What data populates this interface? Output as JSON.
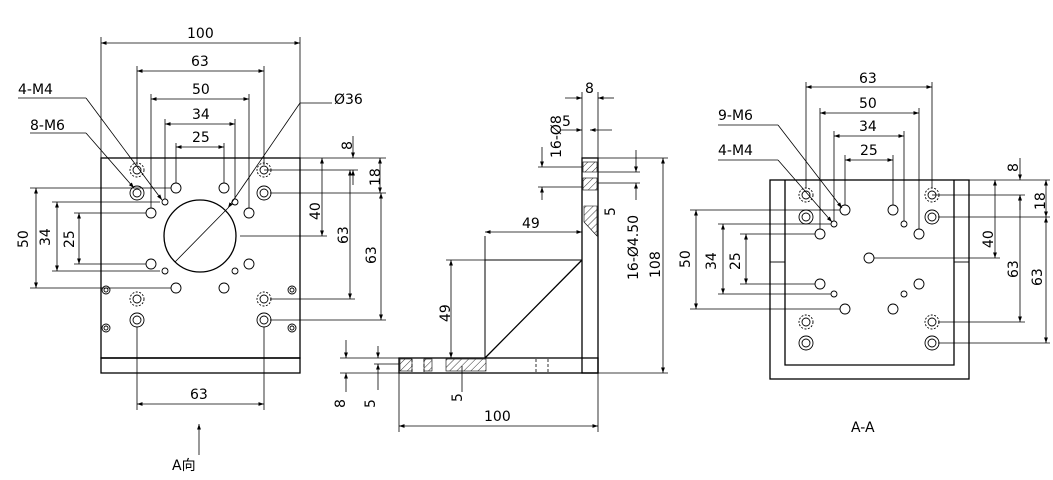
{
  "front_view": {
    "dims": {
      "w100": "100",
      "w63_top": "63",
      "w50": "50",
      "w34": "34",
      "w25": "25",
      "h8": "8",
      "h18": "18",
      "h40": "40",
      "h63": "63",
      "v50": "50",
      "v34": "34",
      "v25": "25",
      "bottom63": "63"
    },
    "callouts": {
      "m4": "4-M4",
      "m6": "8-M6",
      "dia36": "Ø36"
    },
    "arrow_label": "A向"
  },
  "side_view": {
    "dims": {
      "t8": "8",
      "t5": "5",
      "holes_dia8": "16-Ø8",
      "holes_dia450": "16-Ø4.50",
      "side5": "5",
      "w49": "49",
      "h49": "49",
      "h108": "108",
      "base8": "8",
      "base5a": "5",
      "base5b": "5",
      "w100": "100"
    }
  },
  "section_view": {
    "dims": {
      "w63": "63",
      "w50": "50",
      "w34": "34",
      "w25": "25",
      "v50": "50",
      "v34": "34",
      "v25": "25",
      "h8": "8",
      "h18": "18",
      "h40": "40",
      "h63": "63"
    },
    "callouts": {
      "m6": "9-M6",
      "m4": "4-M4"
    },
    "label": "A-A"
  }
}
